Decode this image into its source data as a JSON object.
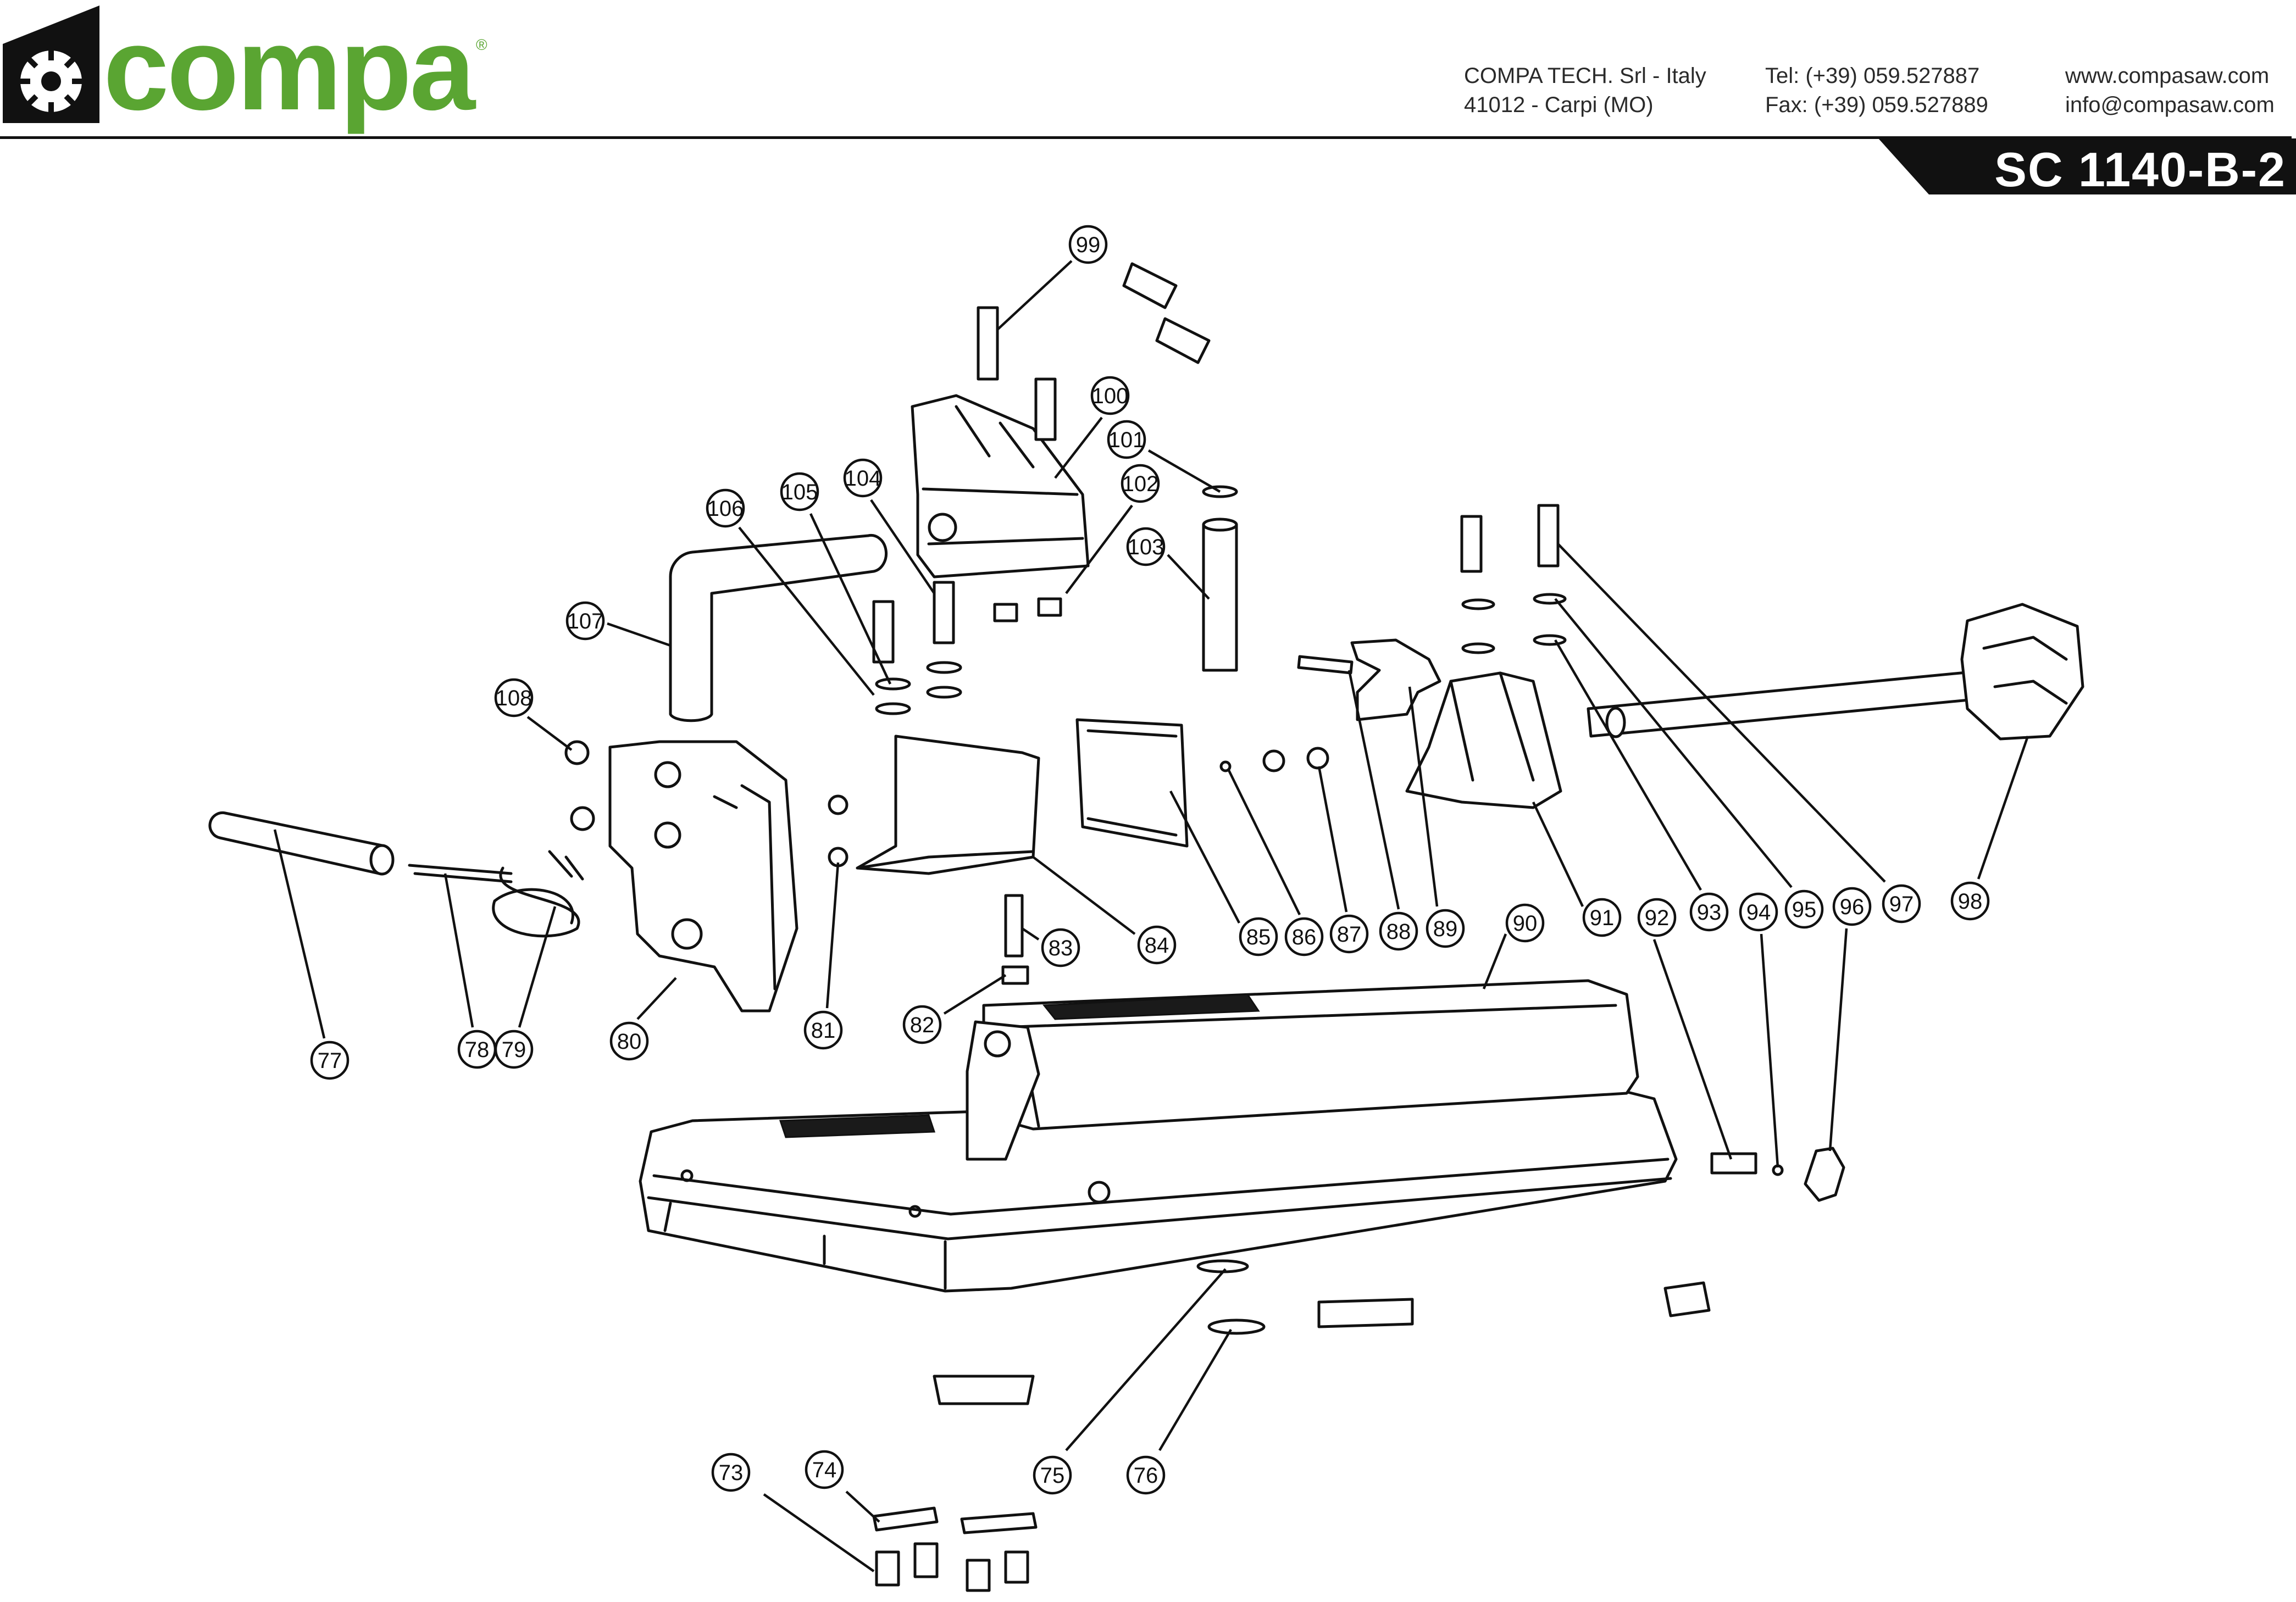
{
  "header": {
    "brand": "compa",
    "registered_mark": "®",
    "company_lines": [
      "COMPA TECH. Srl - Italy",
      "41012 - Carpi (MO)"
    ],
    "phone_lines": [
      "Tel: (+39) 059.527887",
      "Fax: (+39) 059.527889"
    ],
    "web_lines": [
      "www.compasaw.com",
      "info@compasaw.com"
    ]
  },
  "model": "SC 1140-B-2",
  "colors": {
    "brand_green": "#5aa532",
    "ink": "#111111",
    "banner": "#111111"
  },
  "parts": [
    {
      "id": "73",
      "label": "73"
    },
    {
      "id": "74",
      "label": "74"
    },
    {
      "id": "75",
      "label": "75"
    },
    {
      "id": "76",
      "label": "76"
    },
    {
      "id": "77",
      "label": "77"
    },
    {
      "id": "78",
      "label": "78"
    },
    {
      "id": "79",
      "label": "79"
    },
    {
      "id": "80",
      "label": "80"
    },
    {
      "id": "81",
      "label": "81"
    },
    {
      "id": "82",
      "label": "82"
    },
    {
      "id": "83",
      "label": "83"
    },
    {
      "id": "84",
      "label": "84"
    },
    {
      "id": "85",
      "label": "85"
    },
    {
      "id": "86",
      "label": "86"
    },
    {
      "id": "87",
      "label": "87"
    },
    {
      "id": "88",
      "label": "88"
    },
    {
      "id": "89",
      "label": "89"
    },
    {
      "id": "90",
      "label": "90"
    },
    {
      "id": "91",
      "label": "91"
    },
    {
      "id": "92",
      "label": "92"
    },
    {
      "id": "93",
      "label": "93"
    },
    {
      "id": "94",
      "label": "94"
    },
    {
      "id": "95",
      "label": "95"
    },
    {
      "id": "96",
      "label": "96"
    },
    {
      "id": "97",
      "label": "97"
    },
    {
      "id": "98",
      "label": "98"
    },
    {
      "id": "99",
      "label": "99"
    },
    {
      "id": "100",
      "label": "100"
    },
    {
      "id": "101",
      "label": "101"
    },
    {
      "id": "102",
      "label": "102"
    },
    {
      "id": "103",
      "label": "103"
    },
    {
      "id": "104",
      "label": "104"
    },
    {
      "id": "105",
      "label": "105"
    },
    {
      "id": "106",
      "label": "106"
    },
    {
      "id": "107",
      "label": "107"
    },
    {
      "id": "108",
      "label": "108"
    }
  ]
}
